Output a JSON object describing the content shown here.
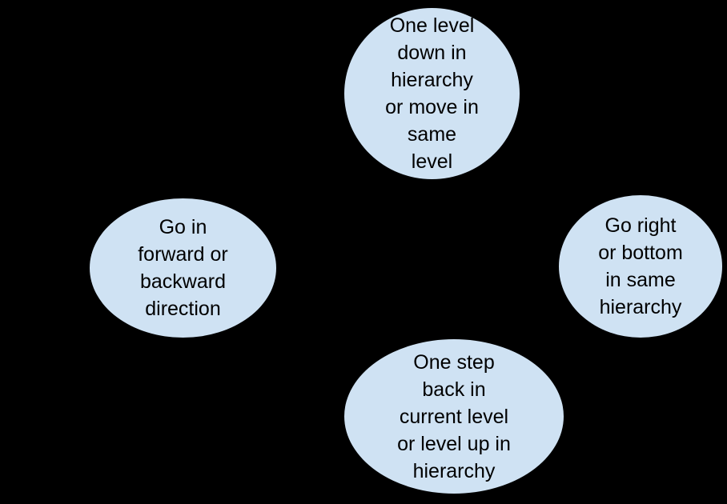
{
  "diagram": {
    "background_color": "#000000",
    "node_fill_color": "#cfe2f3",
    "node_border_color": "#000000",
    "node_text_color": "#000000",
    "nodes": [
      {
        "id": "top-circle",
        "label": "One level\ndown in\nhierarchy\nor move in\nsame\nlevel"
      },
      {
        "id": "left-ellipse",
        "label": "Go in\nforward or\nbackward\ndirection"
      },
      {
        "id": "right-ellipse",
        "label": "Go right\nor bottom\nin same\nhierarchy"
      },
      {
        "id": "bottom-ellipse",
        "label": "One step\nback in\ncurrent level\nor level up in\nhierarchy"
      }
    ]
  }
}
